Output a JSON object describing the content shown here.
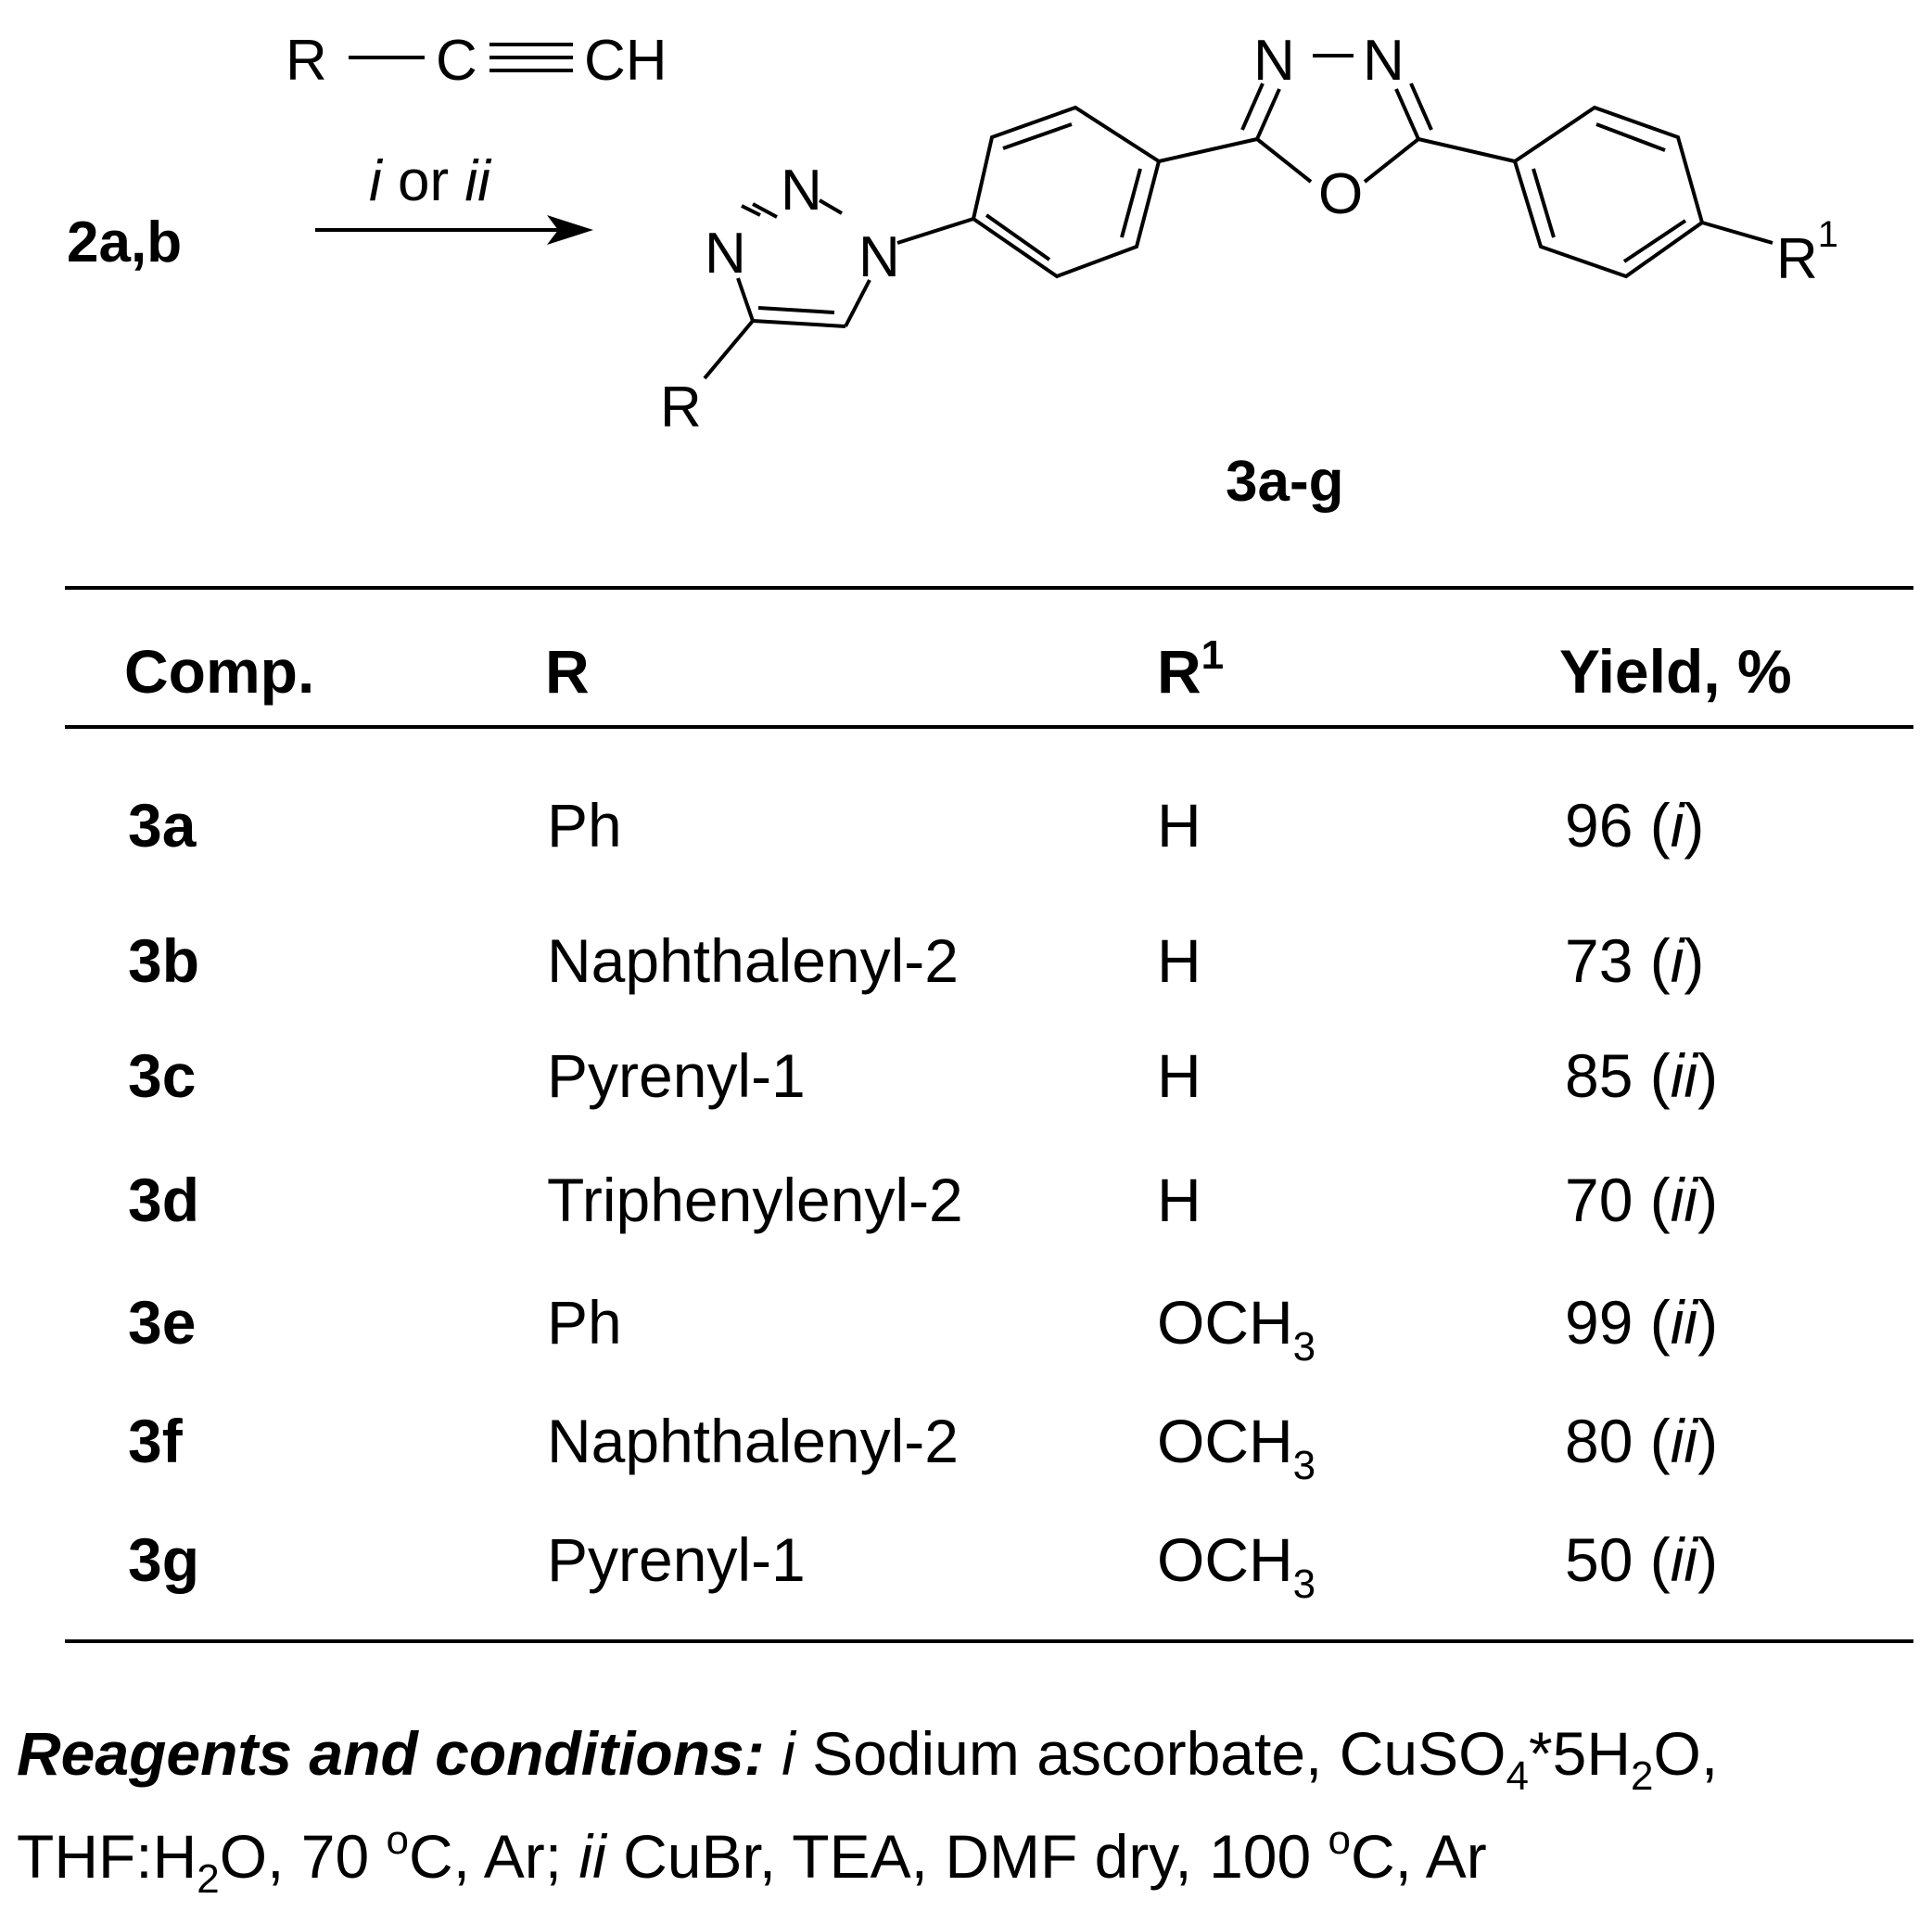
{
  "scheme": {
    "reagent": {
      "r": "R",
      "c": "C",
      "ch": "CH"
    },
    "start_label": "2a,b",
    "arrow_conditions": {
      "i": "i",
      "or": " or ",
      "ii": "ii"
    },
    "atoms": {
      "n1": "N",
      "n2": "N",
      "n3": "N",
      "oxa_n_left": "N",
      "oxa_n_right": "N",
      "oxa_o": "O",
      "r_sub": "R",
      "r1_main": "R",
      "r1_sup": "1"
    },
    "product_label": "3a-g"
  },
  "table": {
    "headers": {
      "comp": "Comp.",
      "r": "R",
      "r1_main": "R",
      "r1_sup": "1",
      "yield": "Yield, %"
    },
    "rows": [
      {
        "comp": "3a",
        "r": "Ph",
        "r1": "H",
        "r1_sub": "",
        "yield": "96",
        "cond": "i"
      },
      {
        "comp": "3b",
        "r": "Naphthalenyl-2",
        "r1": "H",
        "r1_sub": "",
        "yield": "73",
        "cond": "i"
      },
      {
        "comp": "3c",
        "r": "Pyrenyl-1",
        "r1": "H",
        "r1_sub": "",
        "yield": "85",
        "cond": "ii"
      },
      {
        "comp": "3d",
        "r": "Triphenylenyl-2",
        "r1": "H",
        "r1_sub": "",
        "yield": "70",
        "cond": "ii"
      },
      {
        "comp": "3e",
        "r": "Ph",
        "r1": "OCH",
        "r1_sub": "3",
        "yield": "99",
        "cond": "ii"
      },
      {
        "comp": "3f",
        "r": "Naphthalenyl-2",
        "r1": "OCH",
        "r1_sub": "3",
        "yield": "80",
        "cond": "ii"
      },
      {
        "comp": "3g",
        "r": "Pyrenyl-1",
        "r1": "OCH",
        "r1_sub": "3",
        "yield": "50",
        "cond": "ii"
      }
    ]
  },
  "notes": {
    "heading": "Reagents and conditions:",
    "i": "i",
    "t1": " Sodium ascorbate, CuSO",
    "s1": "4",
    "t2": "*5H",
    "s2": "2",
    "t3": "O,",
    "t4": "THF:H",
    "s3": "2",
    "t5": "O, 70  ",
    "deg1": "o",
    "t6": "C, Ar; ",
    "ii": "ii",
    "t7": " CuBr, TEA, DMF dry, 100  ",
    "deg2": "o",
    "t8": "C, Ar"
  }
}
